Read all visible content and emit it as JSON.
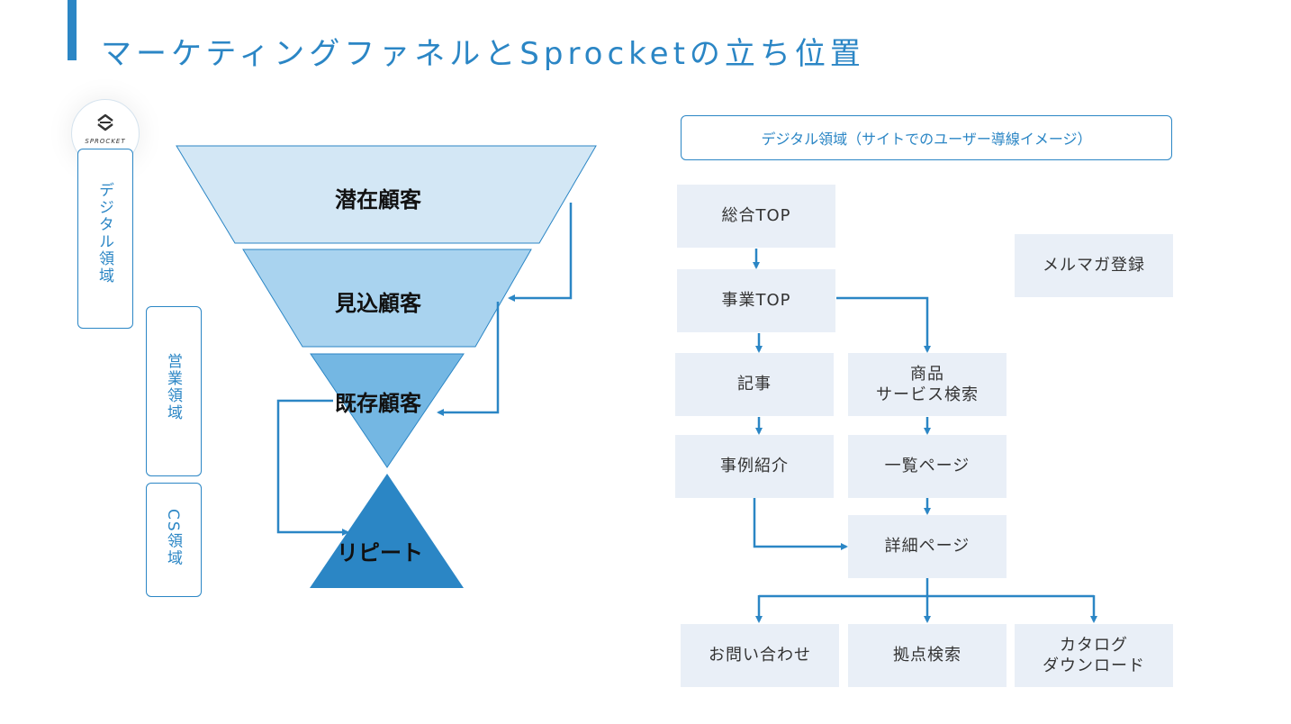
{
  "title": "マーケティングファネルとSprocketの立ち位置",
  "logo": {
    "text": "SPROCKET",
    "icon": "sprocket-logo-icon"
  },
  "areas": {
    "digital": "デジタル領域",
    "sales": "営業領域",
    "cs": "CS領域"
  },
  "funnel": {
    "stage1": "潜在顧客",
    "stage2": "見込顧客",
    "stage3": "既存顧客",
    "stage4": "リピート"
  },
  "flow": {
    "header": "デジタル領域（サイトでのユーザー導線イメージ）",
    "nodes": {
      "general_top": "総合TOP",
      "newsletter": "メルマガ登録",
      "business_top": "事業TOP",
      "article": "記事",
      "product_search": "商品\nサービス検索",
      "case_study": "事例紹介",
      "list_page": "一覧ページ",
      "detail_page": "詳細ページ",
      "inquiry": "お問い合わせ",
      "location_search": "拠点検索",
      "catalog_download": "カタログ\nダウンロード"
    }
  },
  "colors": {
    "accent": "#2b86c5",
    "stage1": "#d3e7f5",
    "stage2": "#a9d3ef",
    "stage3": "#74b7e3",
    "stage4": "#2b86c5",
    "node": "#e9eff7"
  }
}
